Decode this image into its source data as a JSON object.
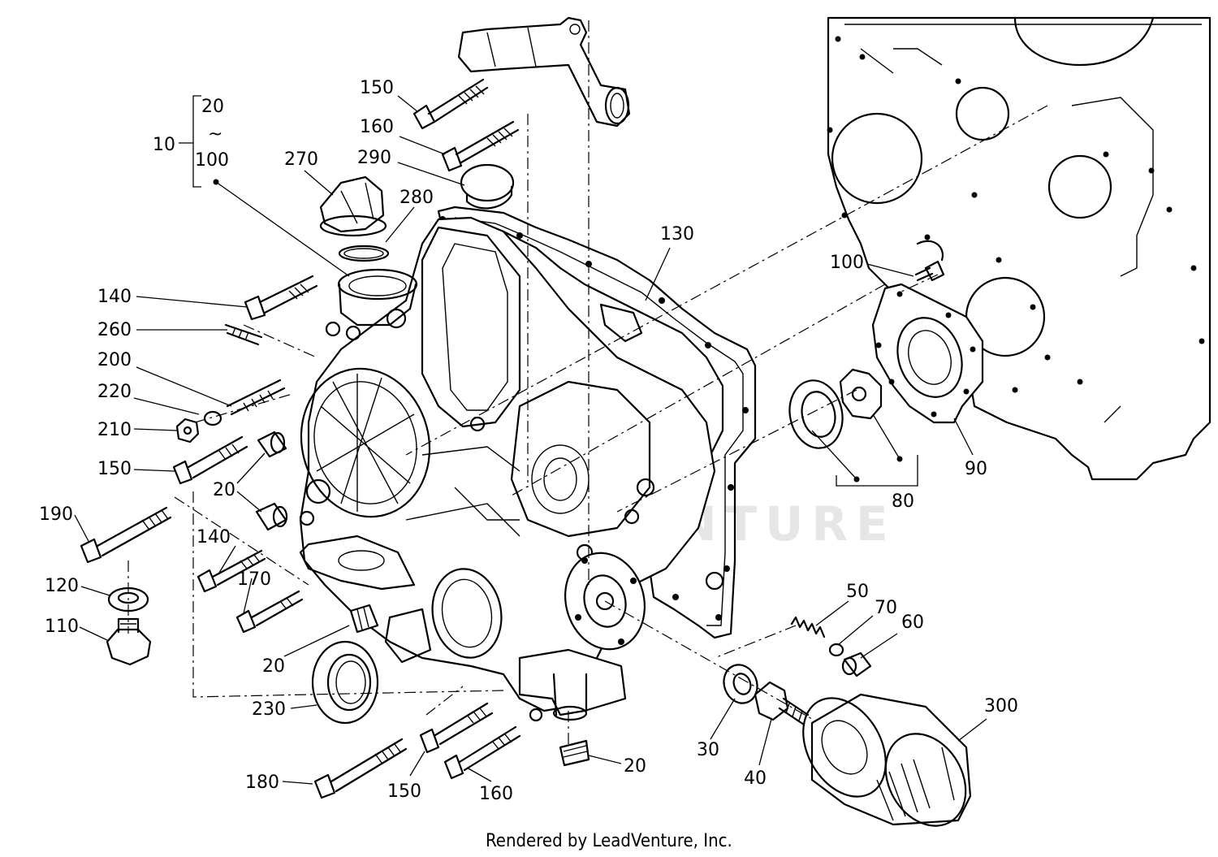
{
  "diagram": {
    "callouts": [
      {
        "text": "20",
        "id": "20a"
      },
      {
        "text": "~",
        "id": "tilde"
      },
      {
        "text": "100",
        "id": "100a"
      },
      {
        "text": "10",
        "id": "10"
      },
      {
        "text": "150",
        "id": "150a"
      },
      {
        "text": "160",
        "id": "160a"
      },
      {
        "text": "270",
        "id": "270"
      },
      {
        "text": "290",
        "id": "290"
      },
      {
        "text": "280",
        "id": "280"
      },
      {
        "text": "130",
        "id": "130"
      },
      {
        "text": "100",
        "id": "100b"
      },
      {
        "text": "140",
        "id": "140a"
      },
      {
        "text": "260",
        "id": "260"
      },
      {
        "text": "200",
        "id": "200"
      },
      {
        "text": "220",
        "id": "220"
      },
      {
        "text": "210",
        "id": "210"
      },
      {
        "text": "150",
        "id": "150b"
      },
      {
        "text": "20",
        "id": "20b"
      },
      {
        "text": "190",
        "id": "190"
      },
      {
        "text": "140",
        "id": "140b"
      },
      {
        "text": "170",
        "id": "170"
      },
      {
        "text": "120",
        "id": "120"
      },
      {
        "text": "110",
        "id": "110"
      },
      {
        "text": "20",
        "id": "20c"
      },
      {
        "text": "230",
        "id": "230"
      },
      {
        "text": "180",
        "id": "180"
      },
      {
        "text": "150",
        "id": "150c"
      },
      {
        "text": "160",
        "id": "160b"
      },
      {
        "text": "20",
        "id": "20d"
      },
      {
        "text": "90",
        "id": "90"
      },
      {
        "text": "80",
        "id": "80"
      },
      {
        "text": "50",
        "id": "50"
      },
      {
        "text": "70",
        "id": "70"
      },
      {
        "text": "60",
        "id": "60"
      },
      {
        "text": "30",
        "id": "30"
      },
      {
        "text": "40",
        "id": "40"
      },
      {
        "text": "300",
        "id": "300"
      }
    ],
    "footer": "Rendered by LeadVenture, Inc."
  }
}
